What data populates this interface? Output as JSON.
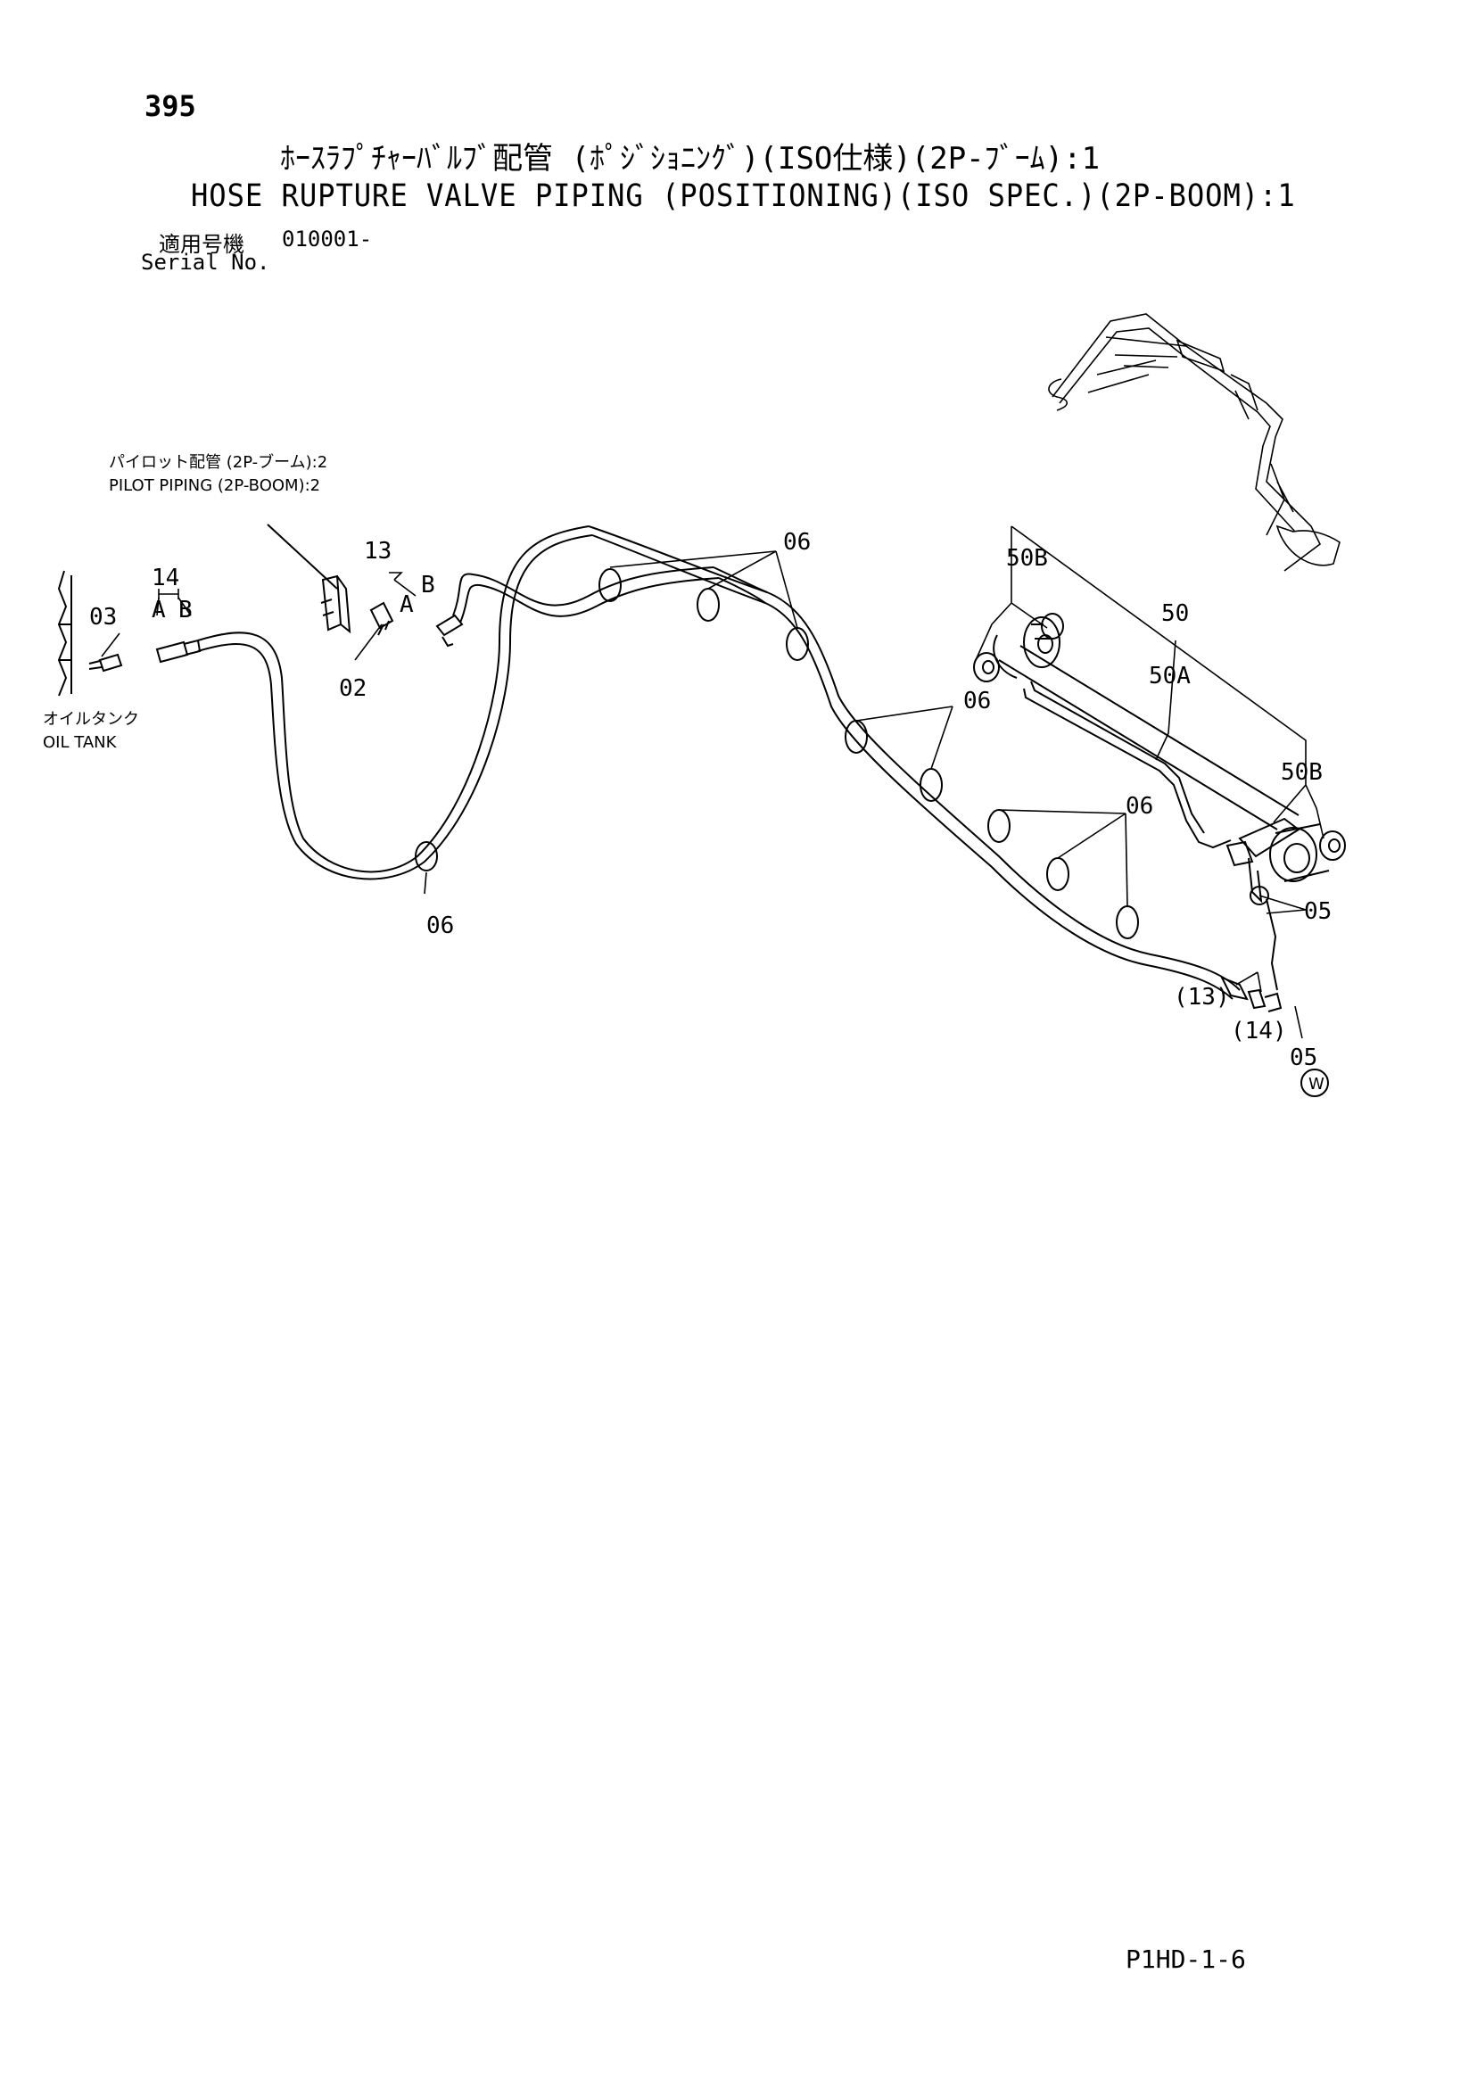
{
  "header": {
    "page_number": "395",
    "title_ja": "ﾎｰｽﾗﾌﾟﾁｬｰﾊﾞﾙﾌﾞ配管 (ﾎﾟｼﾞｼｮﾆﾝｸﾞ)(ISO仕様)(2P-ﾌﾞｰﾑ):1",
    "title_en": "HOSE RUPTURE VALVE PIPING (POSITIONING)(ISO SPEC.)(2P-BOOM):1",
    "serial_label_ja": "適用号機",
    "serial_label_en": "Serial No.",
    "serial_value": "010001-"
  },
  "diagram": {
    "callouts": {
      "pilot_ja": "パイロット配管 (2P-ブーム):2",
      "pilot_en": "PILOT PIPING (2P-BOOM):2",
      "oil_tank_ja": "オイルタンク",
      "oil_tank_en": "OIL TANK"
    },
    "part_refs": {
      "p03": "03",
      "p14": "14",
      "p14_a": "A",
      "p14_b": "B",
      "p13": "13",
      "p13_a": "A",
      "p13_b": "B",
      "p02": "02",
      "p06_top": "06",
      "p06_mid": "06",
      "p06_right": "06",
      "p06_bottom": "06",
      "p50b_top": "50B",
      "p50": "50",
      "p50a": "50A",
      "p50b_right": "50B",
      "p05_upper": "05",
      "p13_paren": "(13)",
      "p14_paren": "(14)",
      "p05_lower": "05",
      "w_mark": "W"
    }
  },
  "footer": {
    "code": "P1HD-1-6"
  }
}
